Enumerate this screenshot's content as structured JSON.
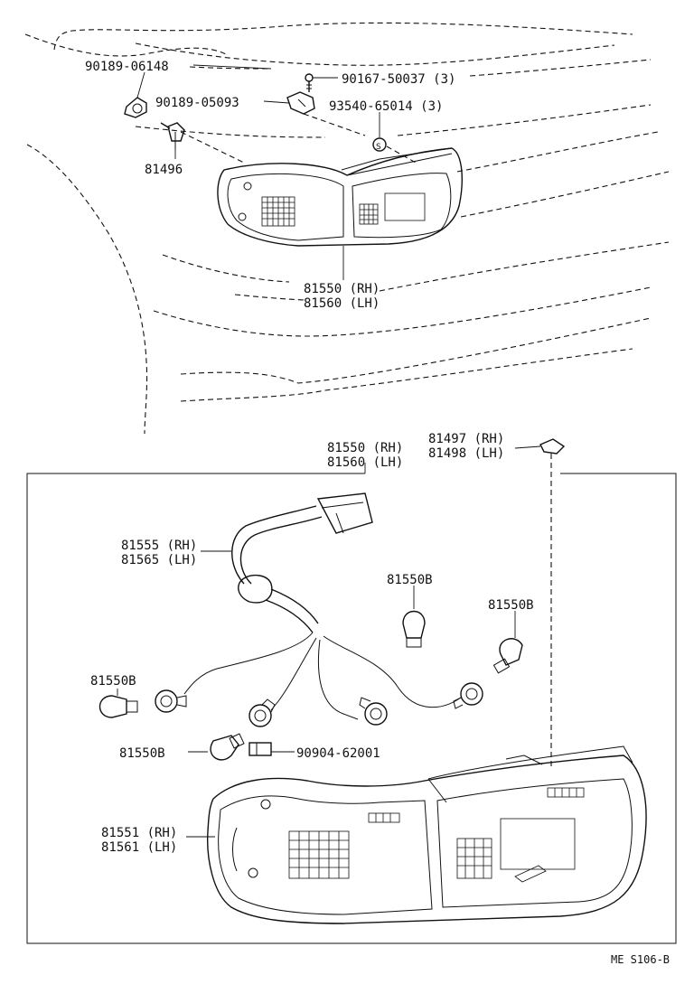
{
  "upper": {
    "p_cap": "90189-06148",
    "p_screw": "90167-50037 (3)",
    "p_clip": "90189-05093",
    "p_nut": "93540-65014 (3)",
    "p_grommet": "81496",
    "lamp_rh": "81550 (RH)",
    "lamp_lh": "81560 (LH)"
  },
  "lower": {
    "assy_rh": "81550 (RH)",
    "assy_lh": "81560 (LH)",
    "gasket_rh": "81497 (RH)",
    "gasket_lh": "81498 (LH)",
    "wire_rh": "81555 (RH)",
    "wire_lh": "81565 (LH)",
    "bulb_a": "81550B",
    "bulb_b": "81550B",
    "bulb_c": "81550B",
    "bulb_d": "81550B",
    "bulb_small": "90904-62001",
    "lens_rh": "81551 (RH)",
    "lens_lh": "81561 (LH)"
  },
  "code": "ME S106-B"
}
